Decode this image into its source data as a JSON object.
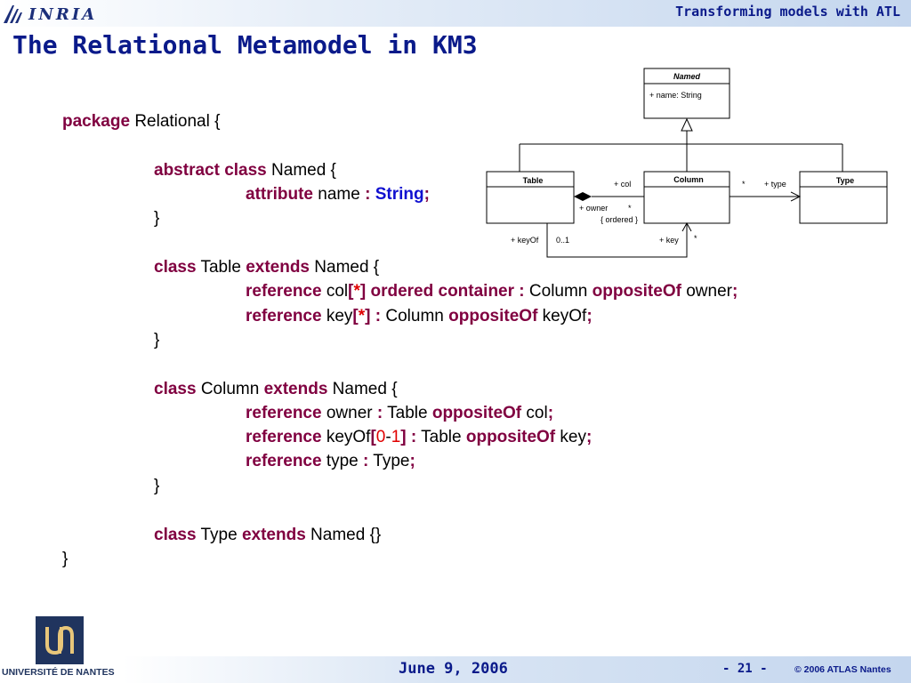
{
  "header": {
    "logo_text": "INRIA",
    "title": "Transforming models with ATL"
  },
  "slide": {
    "title": "The Relational Metamodel in KM3"
  },
  "code": {
    "l1": {
      "k1": "package",
      "t1": " Relational {"
    },
    "l2": {
      "k1": "abstract class",
      "t1": " Named {"
    },
    "l3": {
      "k1": "attribute",
      "t1": " name ",
      "s1": ":",
      "t2": " ",
      "b1": "String",
      "s2": ";"
    },
    "l4": {
      "t1": "}"
    },
    "l5": {
      "k1": "class",
      "t1": " Table ",
      "k2": "extends",
      "t2": " Named {"
    },
    "l6": {
      "k1": "reference",
      "t1": " col",
      "s1": "[",
      "r1": "*",
      "s2": "] ordered container :",
      "t2": " Column ",
      "k2": "oppositeOf",
      "t3": " owner",
      "s3": ";"
    },
    "l7": {
      "k1": "reference",
      "t1": " key",
      "s1": "[",
      "r1": "*",
      "s2": "] :",
      "t2": " Column ",
      "k2": "oppositeOf",
      "t3": " keyOf",
      "s3": ";"
    },
    "l8": {
      "t1": "}"
    },
    "l9": {
      "k1": "class",
      "t1": " Column ",
      "k2": "extends",
      "t2": " Named {"
    },
    "l10": {
      "k1": "reference",
      "t1": " owner ",
      "s1": ":",
      "t2": " Table ",
      "k2": "oppositeOf",
      "t3": " col",
      "s3": ";"
    },
    "l11": {
      "k1": "reference",
      "t1": " keyOf",
      "s1": "[",
      "n1": "0",
      "t2": "-",
      "n2": "1",
      "s2": "] :",
      "t3": " Table ",
      "k2": "oppositeOf",
      "t4": " key",
      "s3": ";"
    },
    "l12": {
      "k1": "reference",
      "t1": " type ",
      "s1": ":",
      "t2": " Type",
      "s2": ";"
    },
    "l13": {
      "t1": "}"
    },
    "l14": {
      "k1": "class",
      "t1": " Type ",
      "k2": "extends",
      "t2": " Named {}"
    },
    "l15": {
      "t1": "}"
    }
  },
  "uml": {
    "named": {
      "name": "Named",
      "attr": "+ name: String"
    },
    "table": {
      "name": "Table"
    },
    "column": {
      "name": "Column"
    },
    "type": {
      "name": "Type"
    },
    "labels": {
      "col": "+ col",
      "owner": "+ owner",
      "owner_mult": "*",
      "ordered": "{ ordered }",
      "type_mult": "*",
      "type_role": "+ type",
      "keyof": "+ keyOf",
      "keyof_mult": "0..1",
      "key": "+ key",
      "key_mult": "*"
    }
  },
  "footer": {
    "university": "UNIVERSITÉ DE NANTES",
    "date": "June 9, 2006",
    "page": "- 21 -",
    "copyright": "© 2006 ATLAS Nantes"
  }
}
